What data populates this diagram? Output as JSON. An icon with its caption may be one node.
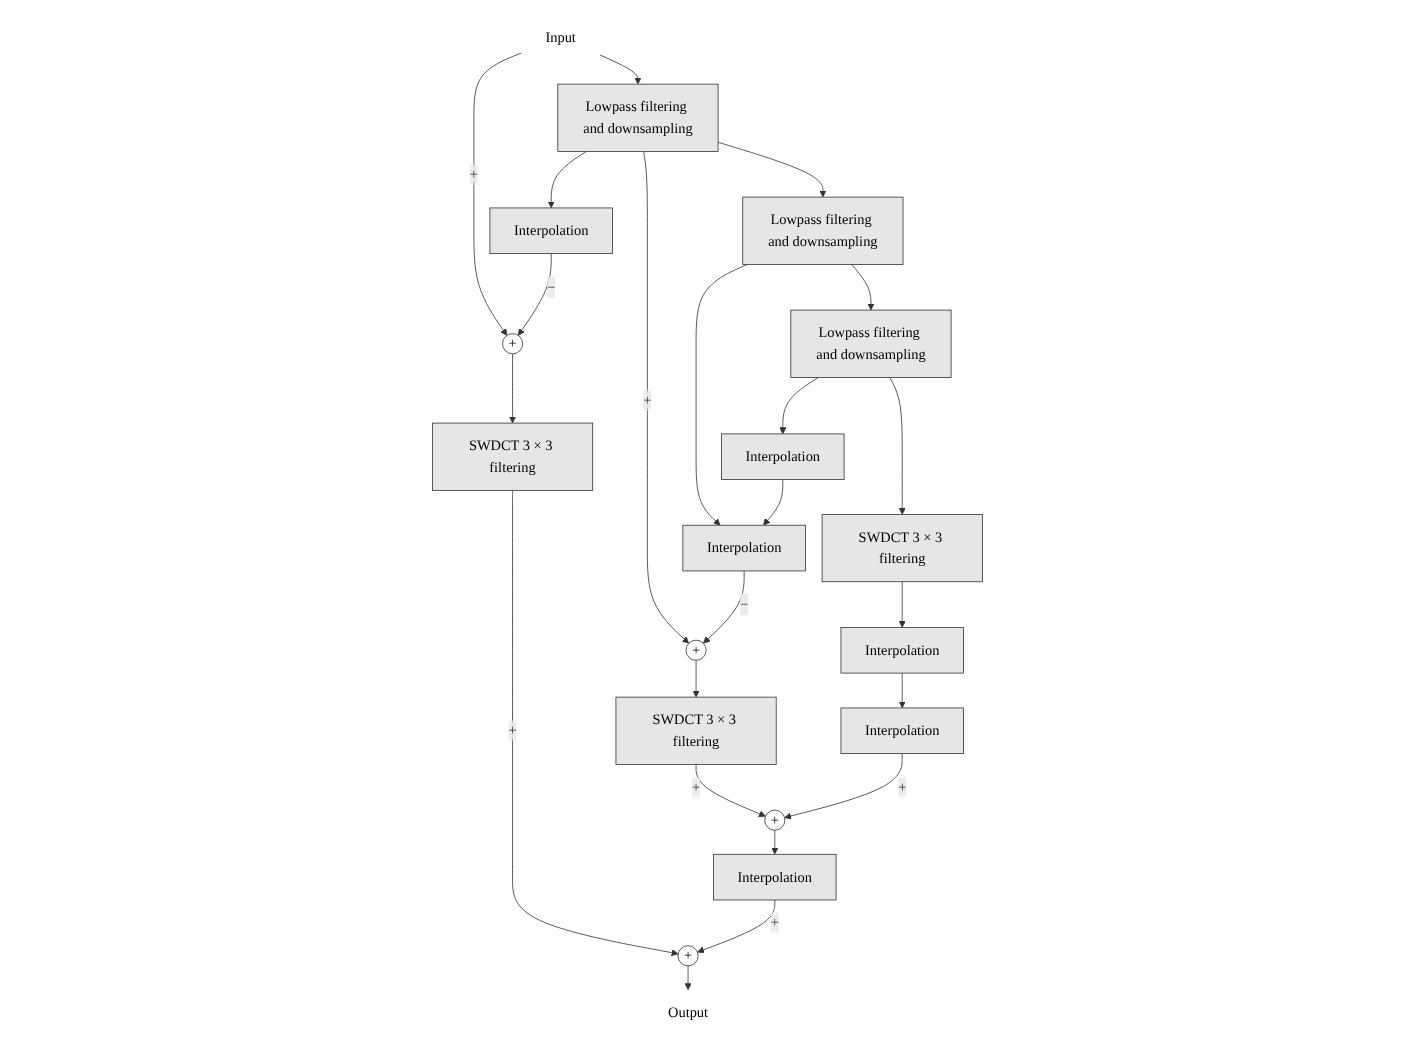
{
  "diagram": {
    "nodes": [
      {
        "text": [
          "Input"
        ]
      },
      {
        "text": [
          "+"
        ]
      },
      {
        "text": [
          "SWDCT 3 × 3 filtering"
        ]
      },
      {
        "text": [
          "+"
        ]
      },
      {
        "text": [
          "Output"
        ]
      },
      {
        "text": [
          "Lowpass filtering and downsampling"
        ]
      },
      {
        "text": [
          "Interpolation"
        ]
      },
      {
        "text": [
          "Interpolation"
        ]
      },
      {
        "text": [
          "+"
        ]
      },
      {
        "text": [
          "SWDCT 3 × 3 filtering"
        ]
      },
      {
        "text": [
          "+"
        ]
      },
      {
        "text": [
          "Lowpass filtering and downsampling"
        ]
      },
      {
        "text": [
          "Interpolation"
        ]
      },
      {
        "text": [
          "Interpolation"
        ]
      },
      {
        "text": [
          "Lowpass filtering and downsampling"
        ]
      },
      {
        "text": [
          "Interpolation"
        ]
      },
      {
        "text": [
          "Interpolation"
        ]
      },
      {
        "text": [
          "SWDCT 3 × 3 filtering"
        ]
      }
    ],
    "edges": [
      {
        "from": 0,
        "to": 1,
        "arrow": "to",
        "label": "+"
      },
      {
        "from": 0,
        "to": 5,
        "arrow": "to"
      },
      {
        "from": 1,
        "to": 2,
        "arrow": "to"
      },
      {
        "from": 2,
        "to": 3,
        "arrow": "to",
        "label": "+"
      },
      {
        "from": 3,
        "to": 4,
        "arrow": "to"
      },
      {
        "from": 6,
        "to": 1,
        "arrow": "to",
        "label": "−"
      },
      {
        "from": 7,
        "to": 3,
        "arrow": "to",
        "label": "+"
      },
      {
        "from": 5,
        "to": 6,
        "arrow": "to"
      },
      {
        "from": 5,
        "to": 8,
        "arrow": "to",
        "label": "+"
      },
      {
        "from": 5,
        "to": 11,
        "arrow": "to"
      },
      {
        "from": 8,
        "to": 9,
        "arrow": "to"
      },
      {
        "from": 9,
        "to": 10,
        "arrow": "to",
        "label": "+"
      },
      {
        "from": 10,
        "to": 7,
        "arrow": "to"
      },
      {
        "from": 12,
        "to": 8,
        "arrow": "to",
        "label": "−"
      },
      {
        "from": 13,
        "to": 10,
        "arrow": "to",
        "label": "+"
      },
      {
        "from": 11,
        "to": 12,
        "arrow": "to"
      },
      {
        "from": 11,
        "to": 14,
        "arrow": "to"
      },
      {
        "from": 14,
        "to": 15,
        "arrow": "to"
      },
      {
        "from": 14,
        "to": 17,
        "arrow": "to"
      },
      {
        "from": 15,
        "to": 12,
        "arrow": "to"
      },
      {
        "from": 17,
        "to": 16,
        "arrow": "to"
      },
      {
        "from": 16,
        "to": 13,
        "arrow": "to"
      }
    ]
  }
}
